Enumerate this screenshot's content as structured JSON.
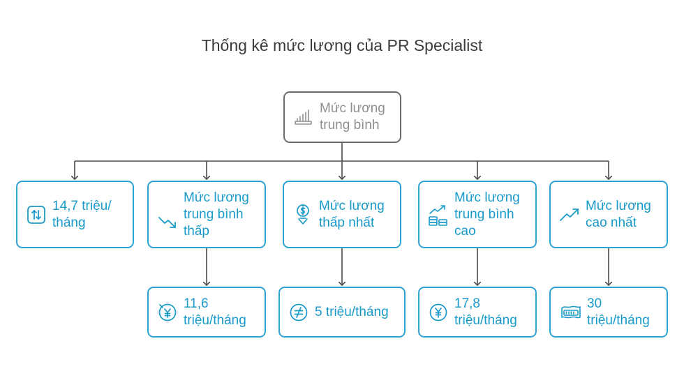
{
  "title": "Thống kê mức lương của PR Specialist",
  "colors": {
    "accent": "#2ba3d4",
    "root_border": "#6b6b6b",
    "root_text": "#8f8f8f",
    "title_text": "#3b3b3b"
  },
  "root": {
    "label": "Mức lương\ntrung bình",
    "icon": "bar-chart-icon"
  },
  "categories": [
    {
      "label": "14,7 triệu/\ntháng",
      "icon": "up-down-arrows-icon"
    },
    {
      "label": "Mức lương\ntrung bình\nthấp",
      "icon": "trend-down-icon"
    },
    {
      "label": "Mức lương\nthấp nhất",
      "icon": "dollar-coin-icon"
    },
    {
      "label": "Mức lương\ntrung bình\ncao",
      "icon": "money-growth-icon"
    },
    {
      "label": "Mức lương\ncao nhất",
      "icon": "trend-up-icon"
    }
  ],
  "values": [
    {
      "label": "11,6\ntriệu/tháng",
      "icon": "yen-down-icon"
    },
    {
      "label": "5 triệu/tháng",
      "icon": "not-equal-icon"
    },
    {
      "label": "17,8\ntriệu/tháng",
      "icon": "yen-circle-icon"
    },
    {
      "label": "30\ntriệu/tháng",
      "icon": "banknote-icon"
    }
  ]
}
